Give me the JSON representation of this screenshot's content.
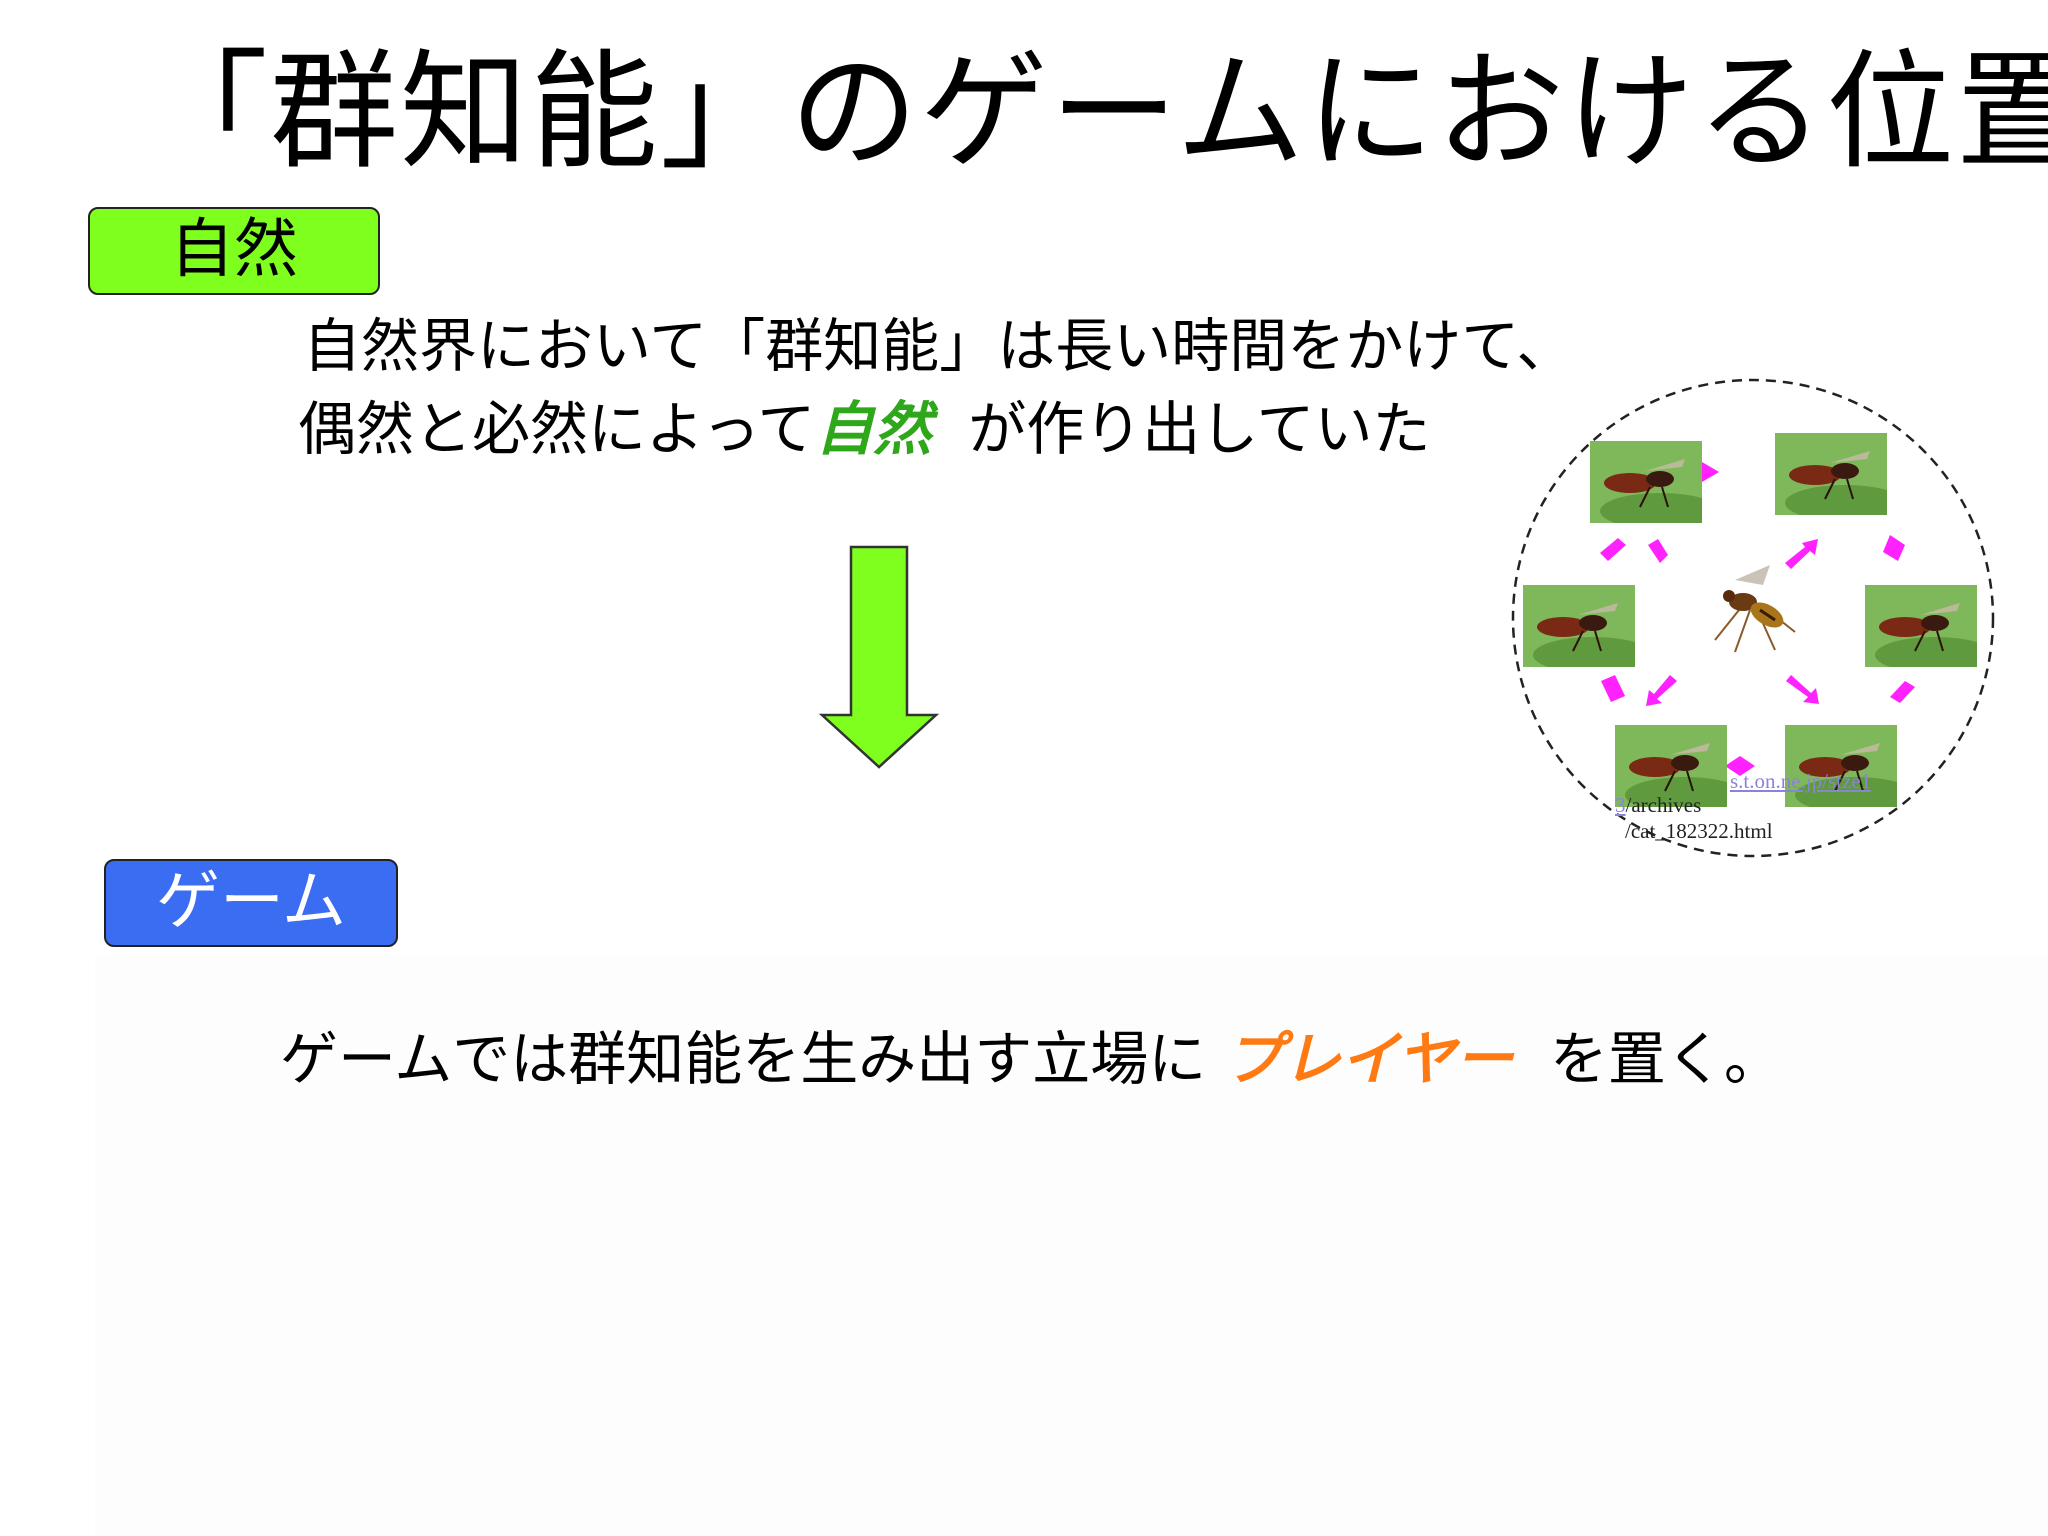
{
  "slide": {
    "title": "「群知能」のゲームにおける位置",
    "nature_label": "自然",
    "game_label": "ゲーム",
    "nature_text": {
      "line1": "自然界において「群知能」は長い時間をかけて、",
      "line2_pre": "偶然と必然によって",
      "line2_accent": "自然",
      "line2_post": "が作り出していた"
    },
    "game_text": {
      "pre": "ゲームでは群知能を生み出す立場に",
      "accent": "プレイヤー",
      "post": "を置く。"
    },
    "image_source": {
      "link_part1": "s.t.on.ne.jp/stze1",
      "link_part2": "3",
      "line2_rest": "/archives",
      "line3": "/cat_182322.html"
    }
  },
  "colors": {
    "nature_label_bg": "#7fff1e",
    "game_label_bg": "#3a6df2",
    "arrow_fill": "#7fff1e",
    "accent_green": "#2ea81a",
    "accent_orange": "#ff7a12",
    "connector_magenta": "#ff22ff"
  },
  "icons": {
    "down_arrow": "down-arrow-icon",
    "wasp_photo": "wasp-photo",
    "center_wasp": "center-wasp-photo"
  }
}
